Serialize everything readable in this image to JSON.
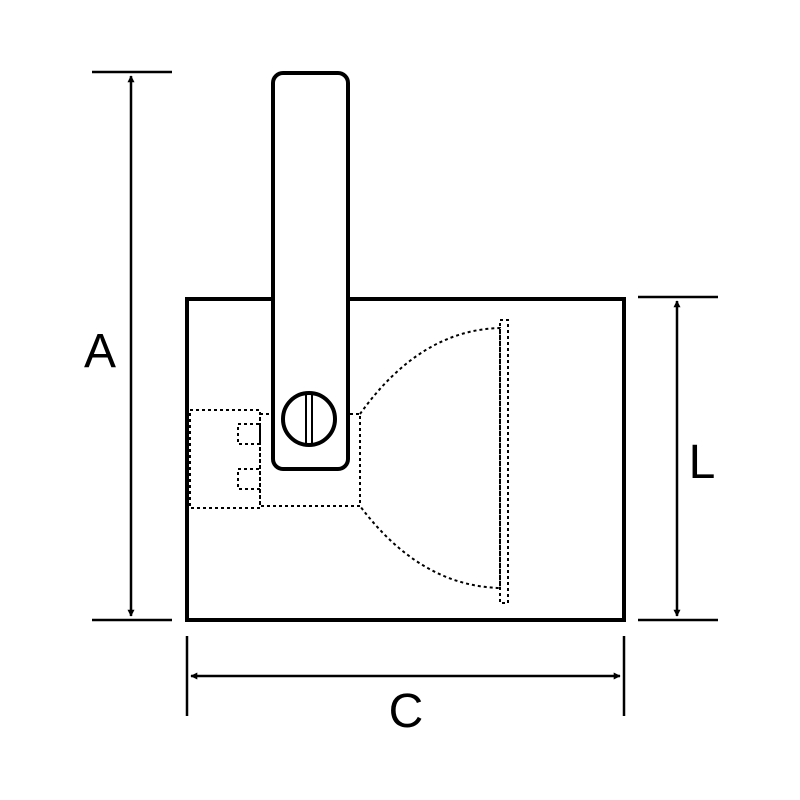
{
  "dimensions": {
    "height_label": "A",
    "length_label": "L",
    "width_label": "C"
  },
  "colors": {
    "line": "#000000",
    "background": "#ffffff"
  }
}
